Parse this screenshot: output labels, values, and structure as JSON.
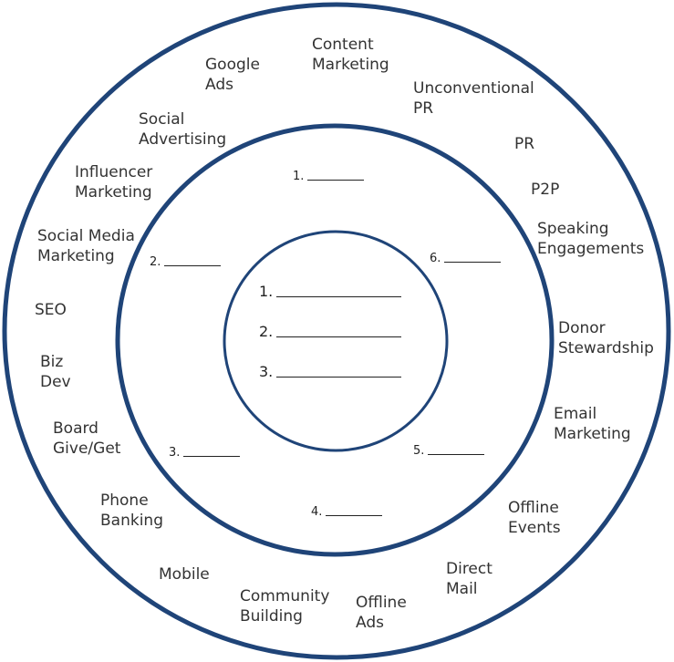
{
  "colors": {
    "ring": "#1f4478",
    "text": "#333333"
  },
  "outer_ring_labels": [
    {
      "id": "content-marketing",
      "lines": [
        "Content",
        "Marketing"
      ]
    },
    {
      "id": "google-ads",
      "lines": [
        "Google",
        "Ads"
      ]
    },
    {
      "id": "unconventional-pr",
      "lines": [
        "Unconventional",
        "PR"
      ]
    },
    {
      "id": "social-advertising",
      "lines": [
        "Social",
        "Advertising"
      ]
    },
    {
      "id": "pr",
      "lines": [
        "PR"
      ]
    },
    {
      "id": "influencer-marketing",
      "lines": [
        "Influencer",
        "Marketing"
      ]
    },
    {
      "id": "p2p",
      "lines": [
        "P2P"
      ]
    },
    {
      "id": "speaking-engagements",
      "lines": [
        "Speaking",
        "Engagements"
      ]
    },
    {
      "id": "social-media-marketing",
      "lines": [
        "Social Media",
        "Marketing"
      ]
    },
    {
      "id": "seo",
      "lines": [
        "SEO"
      ]
    },
    {
      "id": "donor-stewardship",
      "lines": [
        "Donor",
        "Stewardship"
      ]
    },
    {
      "id": "biz-dev",
      "lines": [
        "Biz",
        "Dev"
      ]
    },
    {
      "id": "email-marketing",
      "lines": [
        "Email",
        "Marketing"
      ]
    },
    {
      "id": "board-give-get",
      "lines": [
        "Board",
        "Give/Get"
      ]
    },
    {
      "id": "phone-banking",
      "lines": [
        "Phone",
        "Banking"
      ]
    },
    {
      "id": "offline-events",
      "lines": [
        "Offline",
        "Events"
      ]
    },
    {
      "id": "direct-mail",
      "lines": [
        "Direct",
        "Mail"
      ]
    },
    {
      "id": "mobile",
      "lines": [
        "Mobile"
      ]
    },
    {
      "id": "community-building",
      "lines": [
        "Community",
        "Building"
      ]
    },
    {
      "id": "offline-ads",
      "lines": [
        "Offline",
        "Ads"
      ]
    }
  ],
  "middle_ring_slots": [
    "1.",
    "2.",
    "3.",
    "4.",
    "5.",
    "6."
  ],
  "center_goals": [
    "1.",
    "2.",
    "3."
  ]
}
